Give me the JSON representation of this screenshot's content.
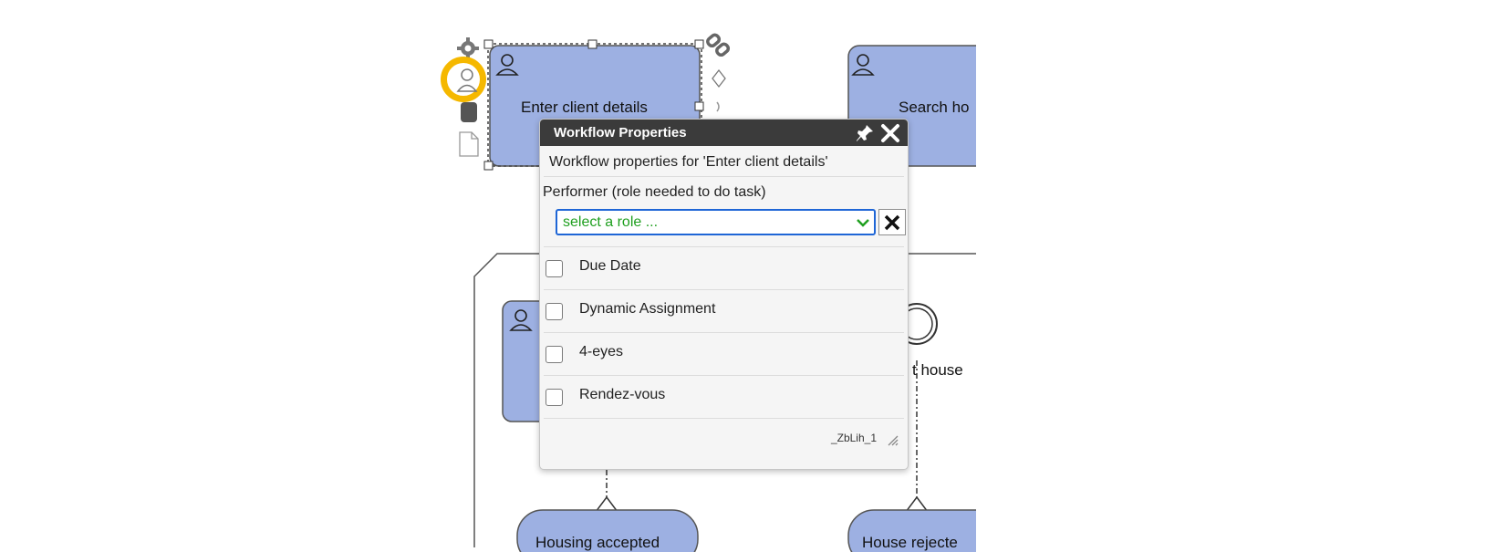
{
  "diagram": {
    "tasks": {
      "enter_client": "Enter client details",
      "search_house": "Search ho",
      "visit_house": "t house",
      "housing_accepted": "Housing accepted",
      "house_rejected": "House rejecte"
    }
  },
  "popup": {
    "title": "Workflow Properties",
    "description": "Workflow properties for  'Enter client details'",
    "performer_label": "Performer (role needed to do task)",
    "role_select": {
      "selected": "select a role ..."
    },
    "options": [
      {
        "label": "Due Date",
        "checked": false
      },
      {
        "label": "Dynamic Assignment",
        "checked": false
      },
      {
        "label": "4-eyes",
        "checked": false
      },
      {
        "label": "Rendez-vous",
        "checked": false
      }
    ],
    "element_id": "_ZbLih_1"
  },
  "colors": {
    "task_fill": "#9db0e2",
    "panel_header": "#3b3b3b",
    "highlight_ring": "#f5b800",
    "select_border": "#1f66d6",
    "select_text": "#1f9f1f"
  },
  "icons": {
    "task": "user-icon",
    "gear": "gear-icon",
    "link": "link-icon",
    "diamond": "diamond-icon",
    "pin": "pin-icon",
    "close": "close-icon"
  }
}
